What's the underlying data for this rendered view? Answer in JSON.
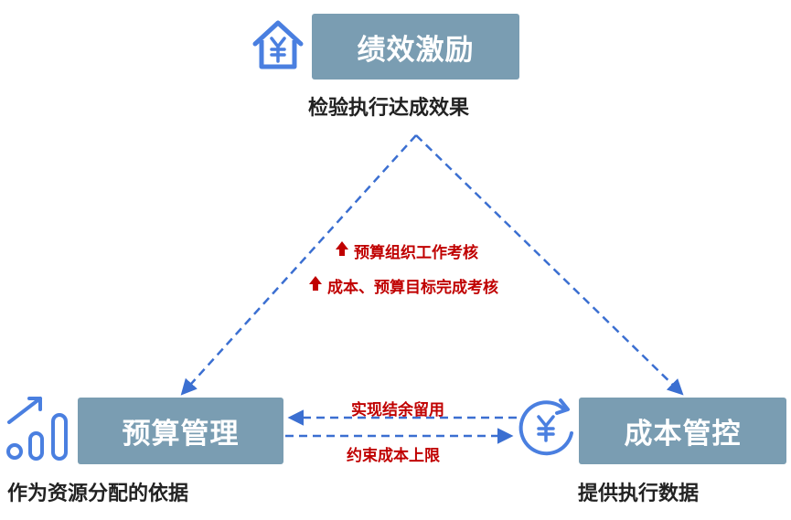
{
  "nodes": {
    "top": {
      "label": "绩效激励",
      "caption": "检验执行达成效果"
    },
    "left": {
      "label": "预算管理",
      "caption": "作为资源分配的依据"
    },
    "right": {
      "label": "成本管控",
      "caption": "提供执行数据"
    }
  },
  "edge_labels": {
    "center_1": "预算组织工作考核",
    "center_2": "成本、预算目标完成考核",
    "upper_arrow": "实现结余留用",
    "lower_arrow": "约束成本上限"
  },
  "icons": {
    "top": "house-yen-icon",
    "left": "growth-chart-icon",
    "right": "yen-cycle-icon"
  },
  "colors": {
    "box": "#7a9db2",
    "line": "#3b6fd1",
    "red": "#c00000",
    "icon": "#4a7fe0"
  }
}
